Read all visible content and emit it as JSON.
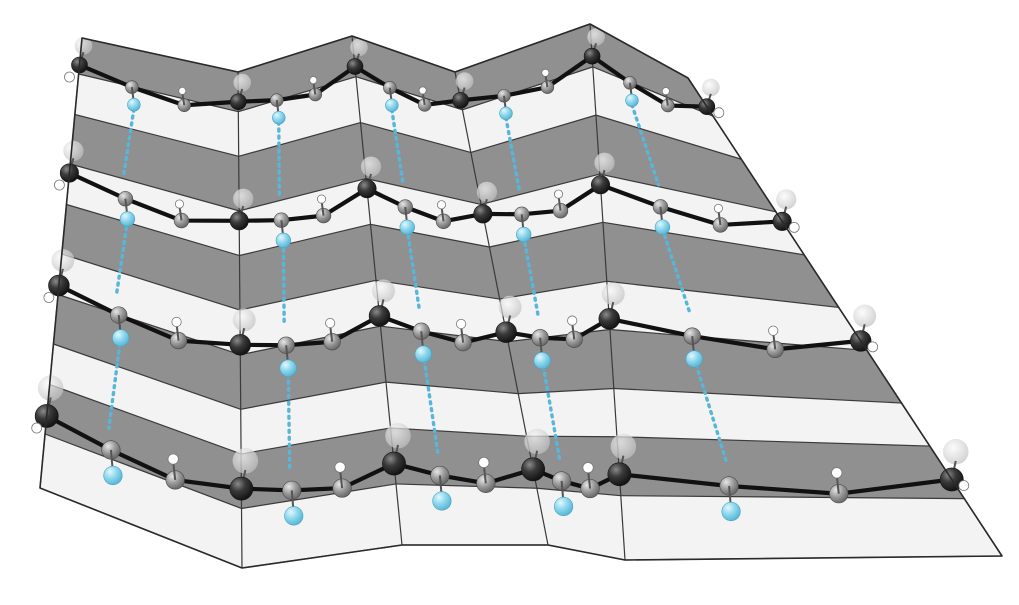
{
  "figure": {
    "subject": "beta-pleated-sheet",
    "strand_count": 4
  },
  "colors": {
    "background": "#ffffff",
    "pleat_dark": "#7d7d7d",
    "pleat_light": "#f3f3f3",
    "alpha_carbon": "#2b2b2b",
    "carbonyl_carbon": "#8f8f8f",
    "oxygen": "#8fd8ee",
    "hydrogen": "#ffffff",
    "hydrogen_bond": "#57b6d9",
    "side_chain": "#d8d8d8"
  },
  "icons": {
    "alpha_carbon": "dark-sphere",
    "carbonyl_carbon": "gray-sphere",
    "oxygen": "light-blue-sphere",
    "hydrogen": "small-white-sphere",
    "side_chain": "pale-translucent-sphere",
    "hydrogen_bond": "dotted-cyan-line"
  }
}
